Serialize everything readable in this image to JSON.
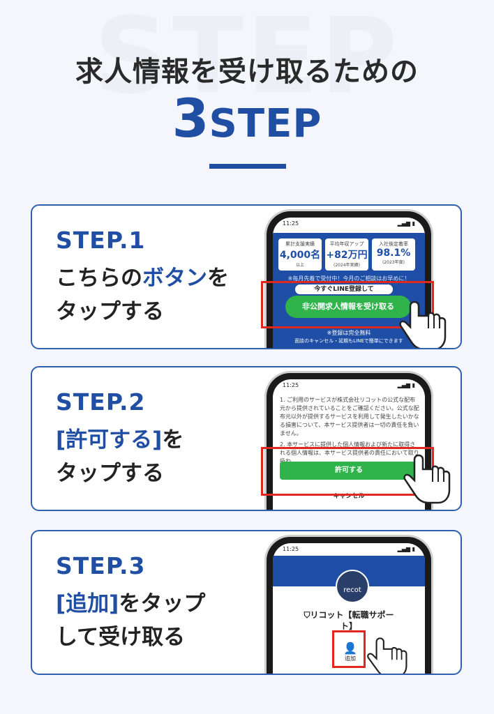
{
  "header": {
    "bg_text": "STEP",
    "headline": "求人情報を受け取るための",
    "step_count": "3",
    "step_word": "STEP"
  },
  "step1": {
    "label": "STEP.1",
    "line1_pre": "こちらの",
    "line1_hl": "ボタン",
    "line1_post": "を",
    "line2": "タップする",
    "phone": {
      "time": "11:25",
      "stats": [
        {
          "title": "累計支援実績",
          "value": "4,000名",
          "sub": "以上"
        },
        {
          "title": "平均年収アップ",
          "value": "+82万円",
          "sub": "(2024年実績)"
        },
        {
          "title": "入社後定着率",
          "value": "98.1%",
          "sub": "(2023年度)"
        }
      ],
      "ticker": "※毎月先着で受付中！今月のご相談はお早めに！",
      "line_pill": "今すぐLINE登録して",
      "cta": "非公開求人情報を受け取る",
      "note1": "※登録は完全無料",
      "note2": "面談のキャンセル・延期もLINEで簡単にできます"
    }
  },
  "step2": {
    "label": "STEP.2",
    "line1_hl": "[許可する]",
    "line1_post": "を",
    "line2": "タップする",
    "phone": {
      "time": "11:25",
      "terms1": "1. ご利用のサービスが株式会社リコットの公式な配布元から提供されていることをご確認ください。公式な配布元以外が提供するサービスを利用して発生したいかなる損害について、本サービス提供者は一切の責任を負いません。",
      "terms2": "2. 本サービスに提供した個人情報および新たに取得される個人情報は、本サービス提供者の責任において取り扱わ",
      "allow": "許可する",
      "cancel": "キャンセル"
    }
  },
  "step3": {
    "label": "STEP.3",
    "line1_hl": "[追加]",
    "line1_post": "をタップ",
    "line2": "して受け取る",
    "phone": {
      "time": "11:25",
      "logo": "recot",
      "account_line1": "リコット【転職サポー",
      "account_line2": "ト】",
      "add": "追加"
    }
  },
  "colors": {
    "brand_blue": "#1f4ea3",
    "red_box": "#e0281f",
    "line_green": "#2fb34a"
  }
}
